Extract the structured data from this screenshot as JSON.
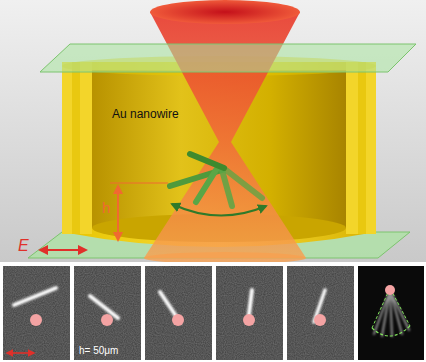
{
  "diagram": {
    "labels": [
      "Au nanowire",
      "h",
      "E",
      "h= 50μm"
    ]
  }
}
